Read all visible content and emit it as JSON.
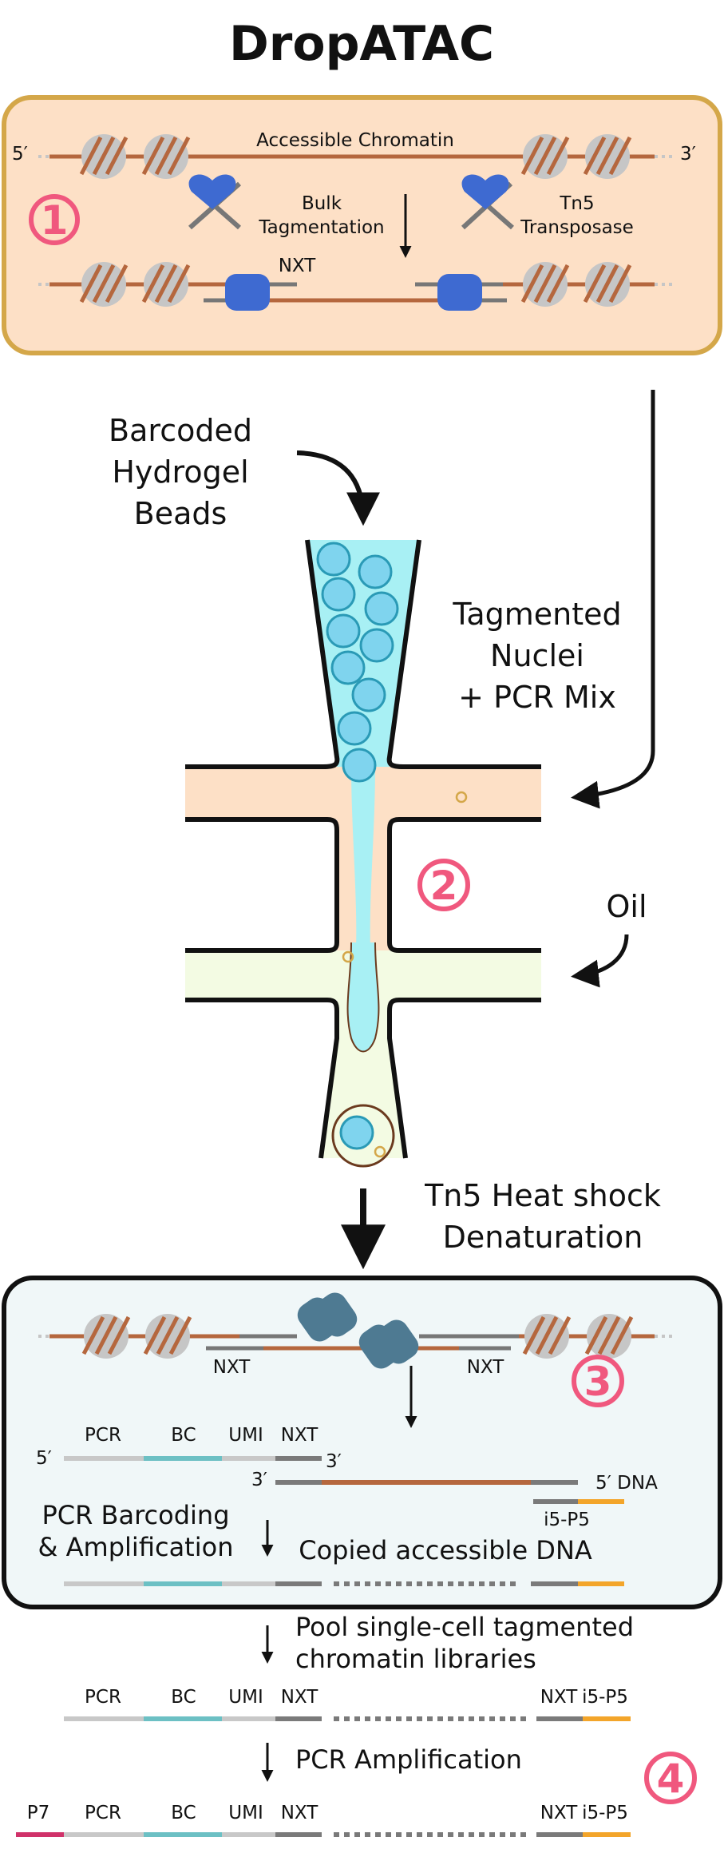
{
  "title": "DropATAC",
  "colors": {
    "panel1_fill": "#fde0c6",
    "panel1_border": "#d4a749",
    "panel3_fill": "#f0f7f8",
    "panel3_border": "#111111",
    "dna": "#b5673e",
    "nucleosome": "#c6c6c6",
    "tn5": "#3e6ad1",
    "tn5_dark": "#4e7a92",
    "step_ring": "#f0587e",
    "bead": "#7fd4ee",
    "bead_stroke": "#2a9ab6",
    "aqueous": "#a8f0f4",
    "oil": "#f3fbe3",
    "pcr": "#c8c8c8",
    "bc": "#6cc0c4",
    "nxt": "#7a7a7a",
    "i5p5": "#f3a52a",
    "p7": "#d0326a"
  },
  "icons": [
    "nucleosome-icon",
    "tn5-transposase-icon",
    "hydrogel-bead-icon",
    "nucleus-icon",
    "arrow-icon"
  ],
  "step1": {
    "number": "1",
    "five_prime": "5′",
    "three_prime": "3′",
    "accessible_chromatin": "Accessible Chromatin",
    "bulk_line1": "Bulk",
    "bulk_line2": "Tagmentation",
    "tn5_line1": "Tn5",
    "tn5_line2": "Transposase",
    "nxt": "NXT"
  },
  "step2": {
    "number": "2",
    "beads_line1": "Barcoded",
    "beads_line2": "Hydrogel",
    "beads_line3": "Beads",
    "nuclei_line1": "Tagmented",
    "nuclei_line2": "Nuclei",
    "nuclei_line3": "+ PCR Mix",
    "oil": "Oil",
    "heat_line1": "Tn5 Heat shock",
    "heat_line2": "Denaturation"
  },
  "step3": {
    "number": "3",
    "nxt_left": "NXT",
    "nxt_right": "NXT",
    "five_prime": "5′",
    "pcr": "PCR",
    "bc": "BC",
    "umi": "UMI",
    "nxt": "NXT",
    "three_prime_a": "3′",
    "three_prime_b": "3′",
    "five_prime_dna": "5′ DNA",
    "i5p5": "i5-P5",
    "barcoding_line1": "PCR Barcoding",
    "barcoding_line2": "& Amplification",
    "copied": "Copied accessible DNA"
  },
  "pool": {
    "line1": "Pool single-cell tagmented",
    "line2": "chromatin libraries",
    "pcr": "PCR",
    "bc": "BC",
    "umi": "UMI",
    "nxt_left": "NXT",
    "nxt_right": "NXT",
    "i5p5": "i5-P5"
  },
  "step4": {
    "number": "4",
    "amplification": "PCR Amplification",
    "p7": "P7",
    "pcr": "PCR",
    "bc": "BC",
    "umi": "UMI",
    "nxt_left": "NXT",
    "nxt_right": "NXT",
    "i5p5": "i5-P5"
  }
}
